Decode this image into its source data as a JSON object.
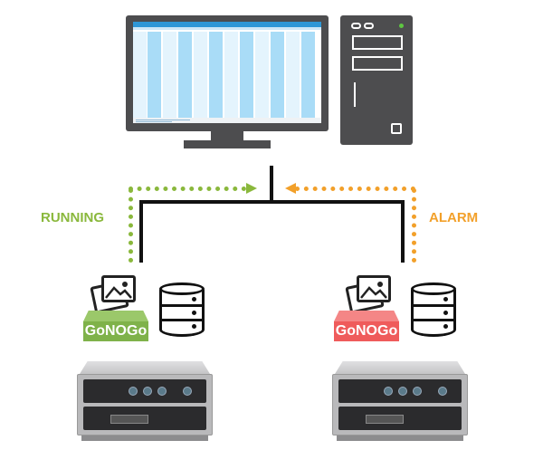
{
  "labels": {
    "running": "RUNNING",
    "alarm": "ALARM"
  },
  "units": {
    "left_box": "GoNOGo",
    "right_box": "GoNOGo"
  },
  "colors": {
    "running": "#8ab83c",
    "alarm": "#f2a02a",
    "box_ok": "#7fb24a",
    "box_alarm": "#ef5b5b",
    "dark": "#4d4d4f"
  },
  "icons": [
    "monitor-icon",
    "tower-pc-icon",
    "photo-icon",
    "database-icon",
    "device-chassis-icon"
  ]
}
